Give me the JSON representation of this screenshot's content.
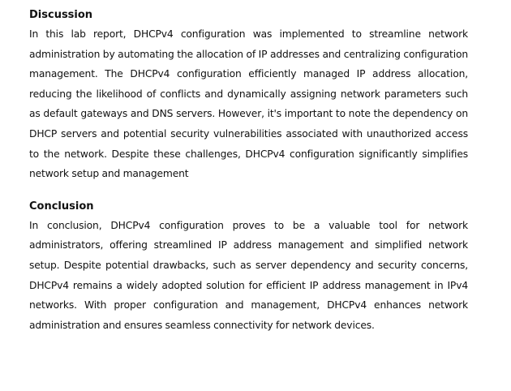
{
  "discussion": {
    "heading": "Discussion",
    "body": "In this lab report, DHCPv4 configuration was implemented to streamline network administration by automating the allocation of IP addresses and centralizing configuration management. The DHCPv4 configuration efficiently managed IP address allocation, reducing the likelihood of conflicts and dynamically assigning network parameters such as default gateways and DNS servers. However, it's important to note the dependency on DHCP servers and potential security vulnerabilities associated with unauthorized access to the network. Despite these challenges, DHCPv4 configuration significantly simplifies network setup and management"
  },
  "conclusion": {
    "heading": "Conclusion",
    "body": "In conclusion, DHCPv4 configuration proves to be a valuable tool for network administrators, offering streamlined IP address management and simplified network setup. Despite potential drawbacks, such as server dependency and security concerns, DHCPv4 remains a widely adopted solution for efficient IP address management in IPv4 networks. With proper configuration and management, DHCPv4 enhances network administration and ensures seamless connectivity for network devices."
  }
}
